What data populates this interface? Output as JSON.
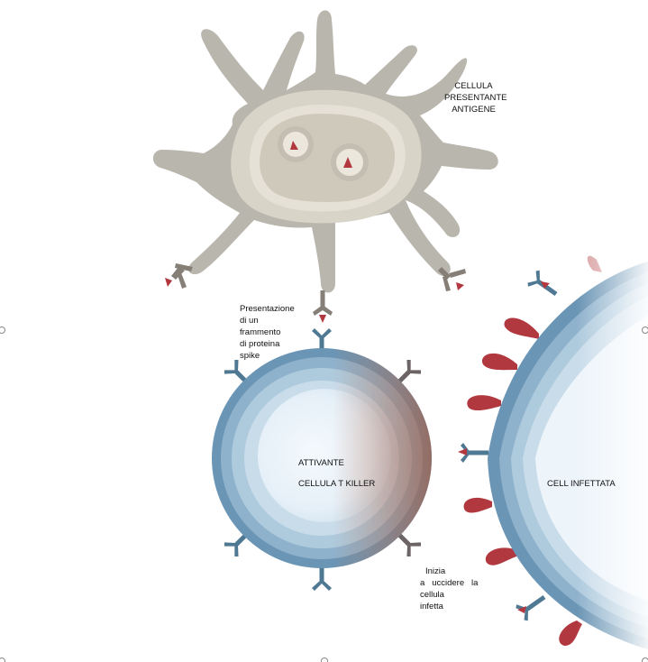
{
  "labels": {
    "apc": [
      "CELLULA",
      "PRESENTANTE",
      "ANTIGENE"
    ],
    "presentation": [
      "Presentazione",
      "di un",
      "frammento",
      "di proteina",
      "spike"
    ],
    "tcell_top": "ATTIVANTE",
    "tcell_bottom": "CELLULA T KILLER",
    "infected": "CELL INFETTATA",
    "kill": [
      "Inizia",
      "a   uccidere   la",
      "cellula",
      "infetta"
    ]
  },
  "colors": {
    "apc_outer": "#b9b6ad",
    "apc_inner": "#d9d4c8",
    "tcell_ring": "#6b95b5",
    "receptor": "#4f7893",
    "spike": "#b2383f",
    "mhc": "#857f77"
  }
}
